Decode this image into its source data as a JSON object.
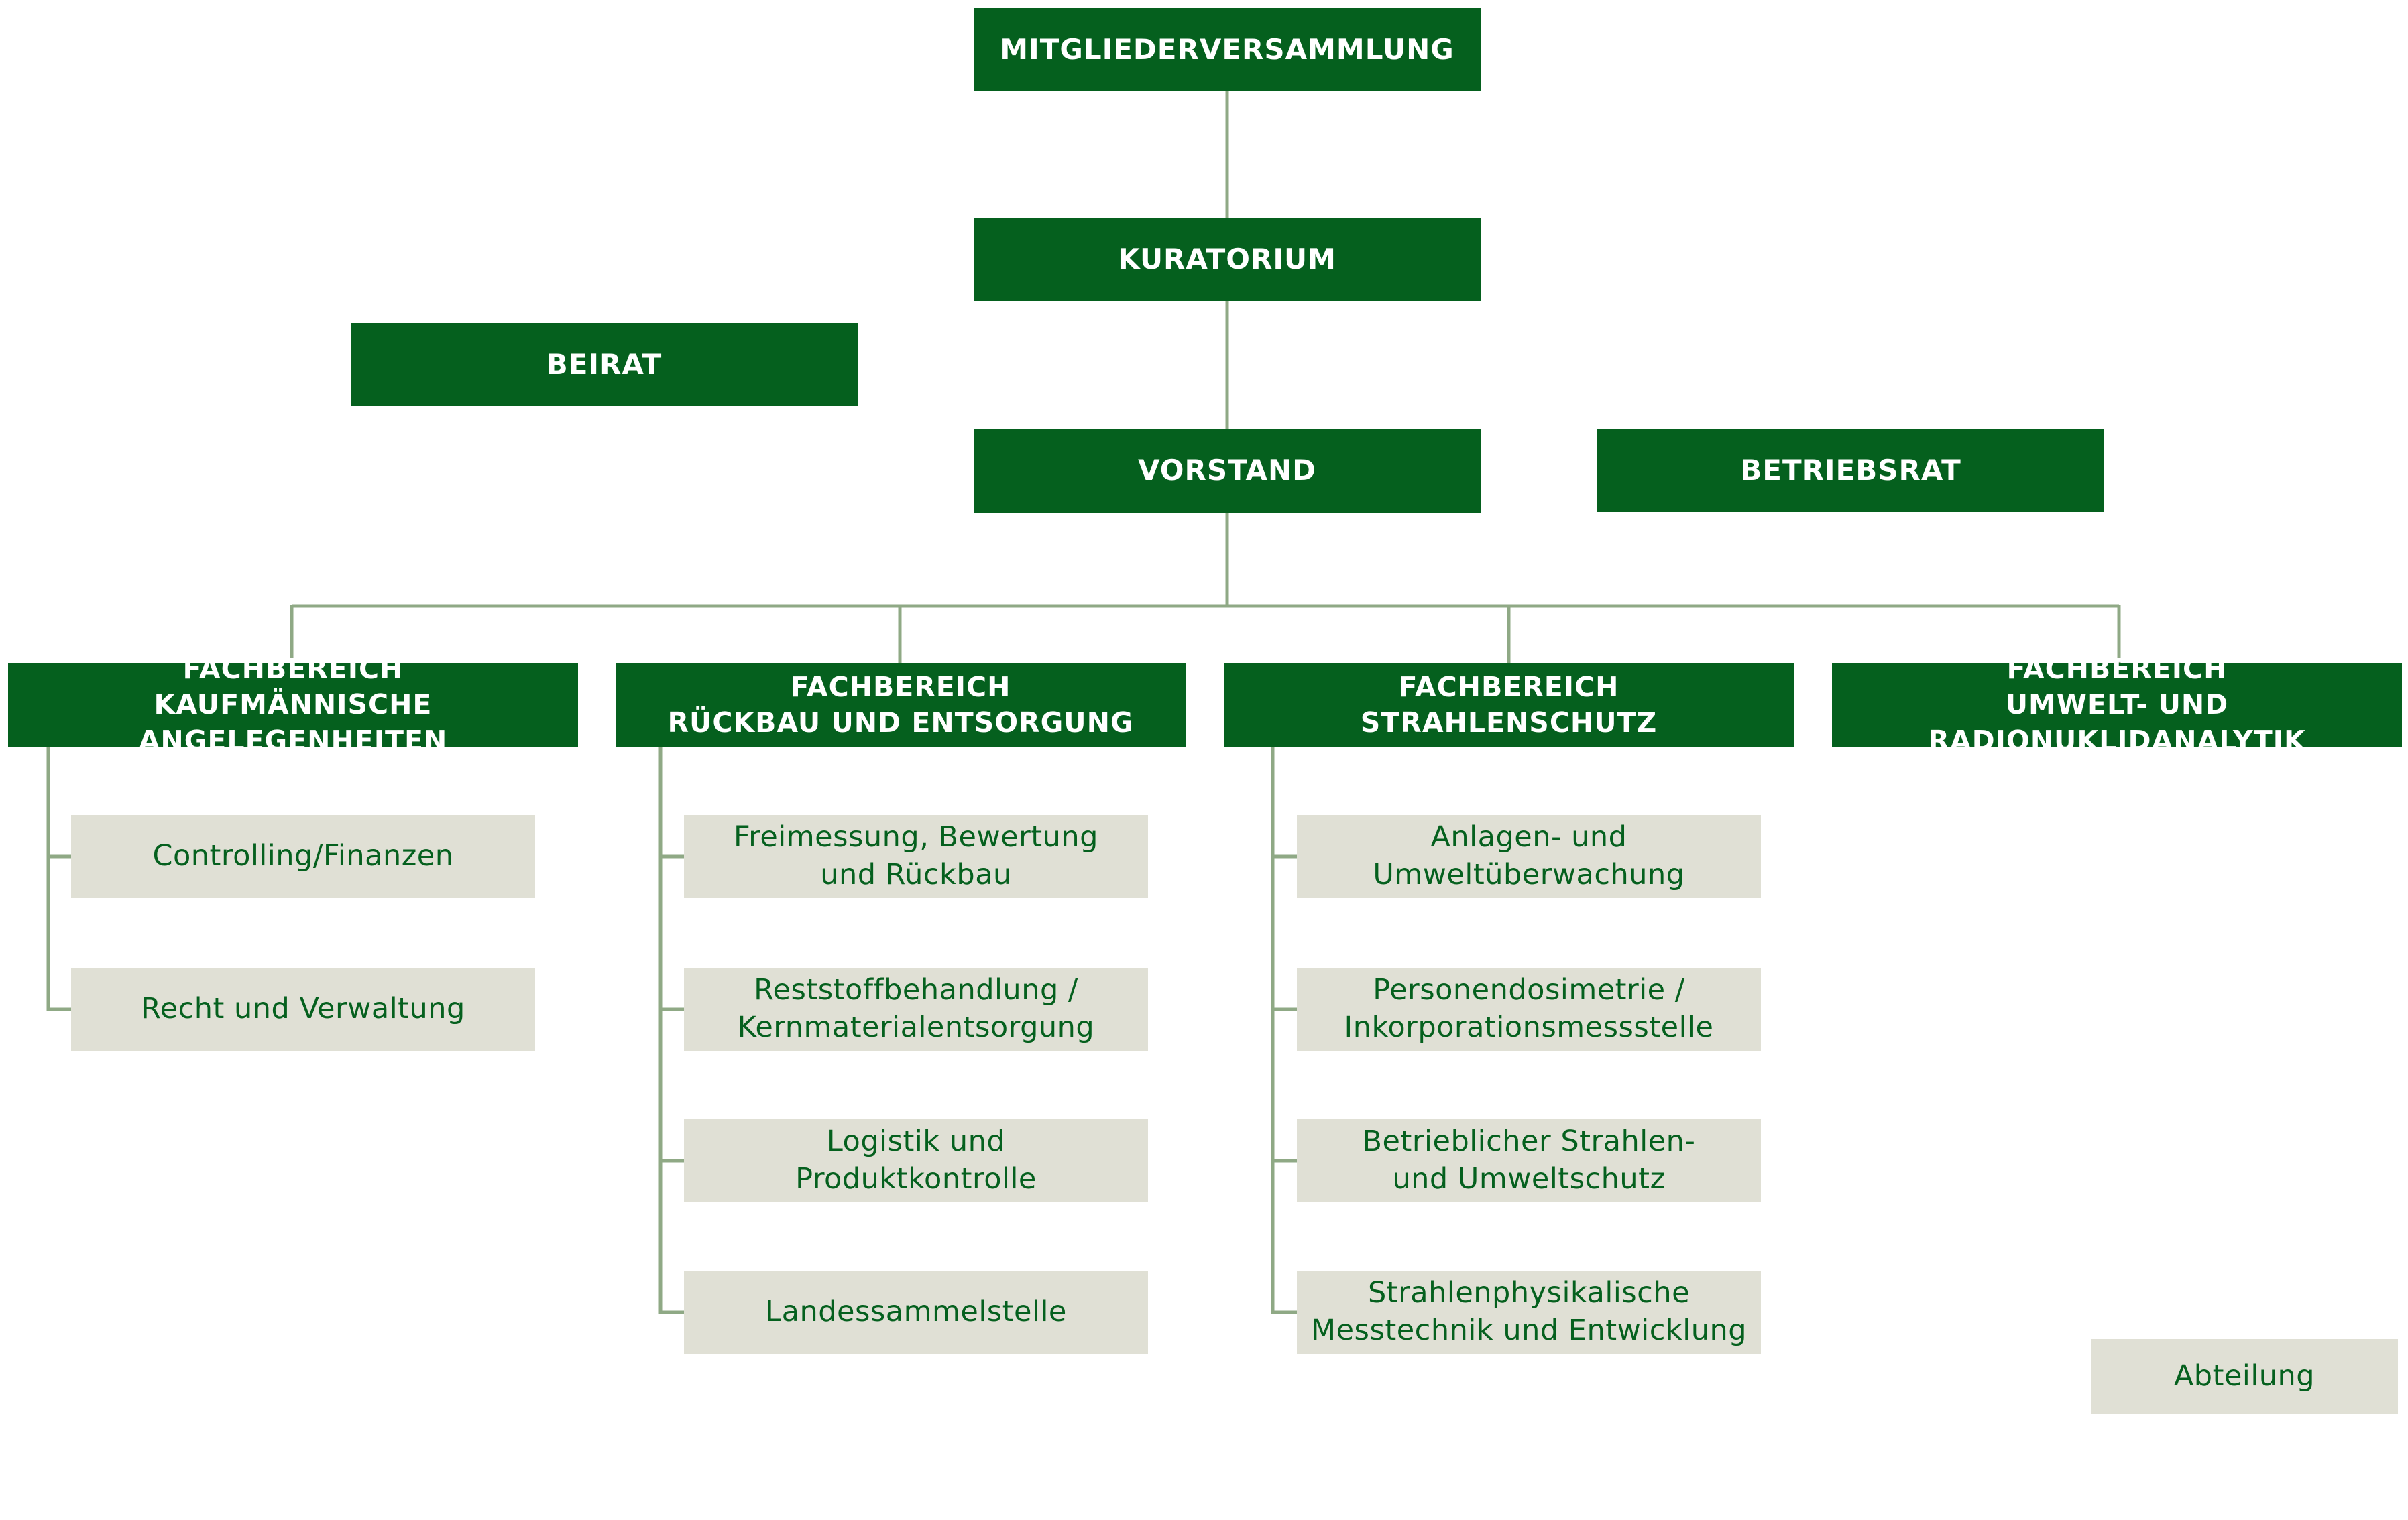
{
  "colors": {
    "primary_green": "#05601e",
    "department_fill": "#e0e0d5",
    "connector": "#8fa985"
  },
  "top": {
    "mitgliederversammlung": "MITGLIEDERVERSAMMLUNG",
    "kuratorium": "KURATORIUM",
    "beirat": "BEIRAT",
    "vorstand": "VORSTAND",
    "betriebsrat": "BETRIEBSRAT"
  },
  "fachbereiche": [
    {
      "line1": "FACHBEREICH",
      "line2": "KAUFMÄNNISCHE ANGELEGENHEITEN",
      "departments": [
        {
          "line1": "Controlling/Finanzen"
        },
        {
          "line1": "Recht und Verwaltung"
        }
      ]
    },
    {
      "line1": "FACHBEREICH",
      "line2": "RÜCKBAU UND ENTSORGUNG",
      "departments": [
        {
          "line1": "Freimessung, Bewertung",
          "line2": "und Rückbau"
        },
        {
          "line1": "Reststoffbehandlung /",
          "line2": "Kernmaterialentsorgung"
        },
        {
          "line1": "Logistik und",
          "line2": "Produktkontrolle"
        },
        {
          "line1": "Landessammelstelle"
        }
      ]
    },
    {
      "line1": "FACHBEREICH",
      "line2": "STRAHLENSCHUTZ",
      "departments": [
        {
          "line1": "Anlagen- und",
          "line2": "Umweltüberwachung"
        },
        {
          "line1": "Personendosimetrie /",
          "line2": "Inkorporationsmessstelle"
        },
        {
          "line1": "Betrieblicher Strahlen-",
          "line2": "und Umweltschutz"
        },
        {
          "line1": "Strahlenphysikalische",
          "line2": "Messtechnik und Entwicklung"
        }
      ]
    },
    {
      "line1": "FACHBEREICH",
      "line2": "UMWELT- UND RADIONUKLIDANALYTIK",
      "departments": []
    }
  ],
  "legend": {
    "label": "Abteilung"
  }
}
